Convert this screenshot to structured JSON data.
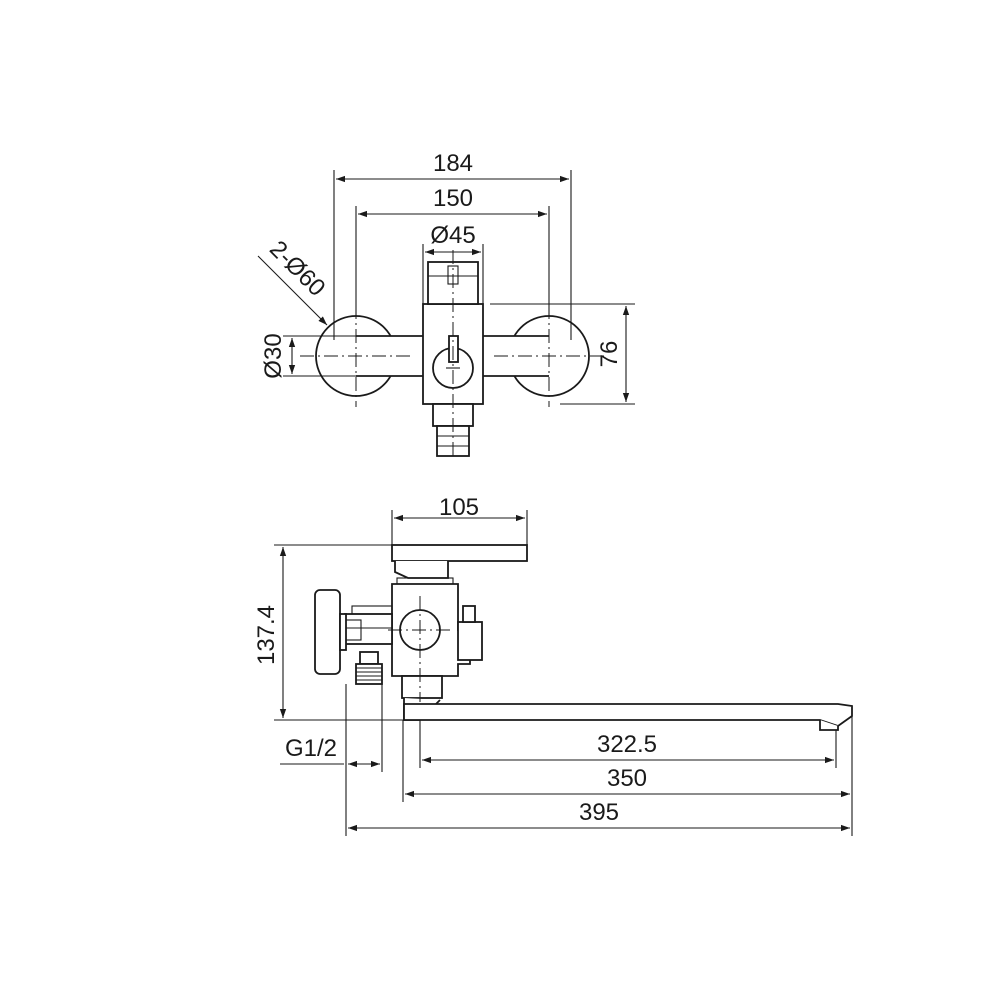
{
  "dimensions": {
    "top_view": {
      "overall_width": "184",
      "center_distance": "150",
      "body_diameter": "Ø45",
      "flange_diameter": "2-Ø60",
      "inlet_diameter": "Ø30",
      "height": "76"
    },
    "side_view": {
      "handle_length": "105",
      "height": "137.4",
      "thread": "G1/2",
      "spout_length_1": "322.5",
      "spout_length_2": "350",
      "overall_length": "395"
    }
  },
  "colors": {
    "line": "#1a1a1a",
    "background": "#ffffff"
  }
}
